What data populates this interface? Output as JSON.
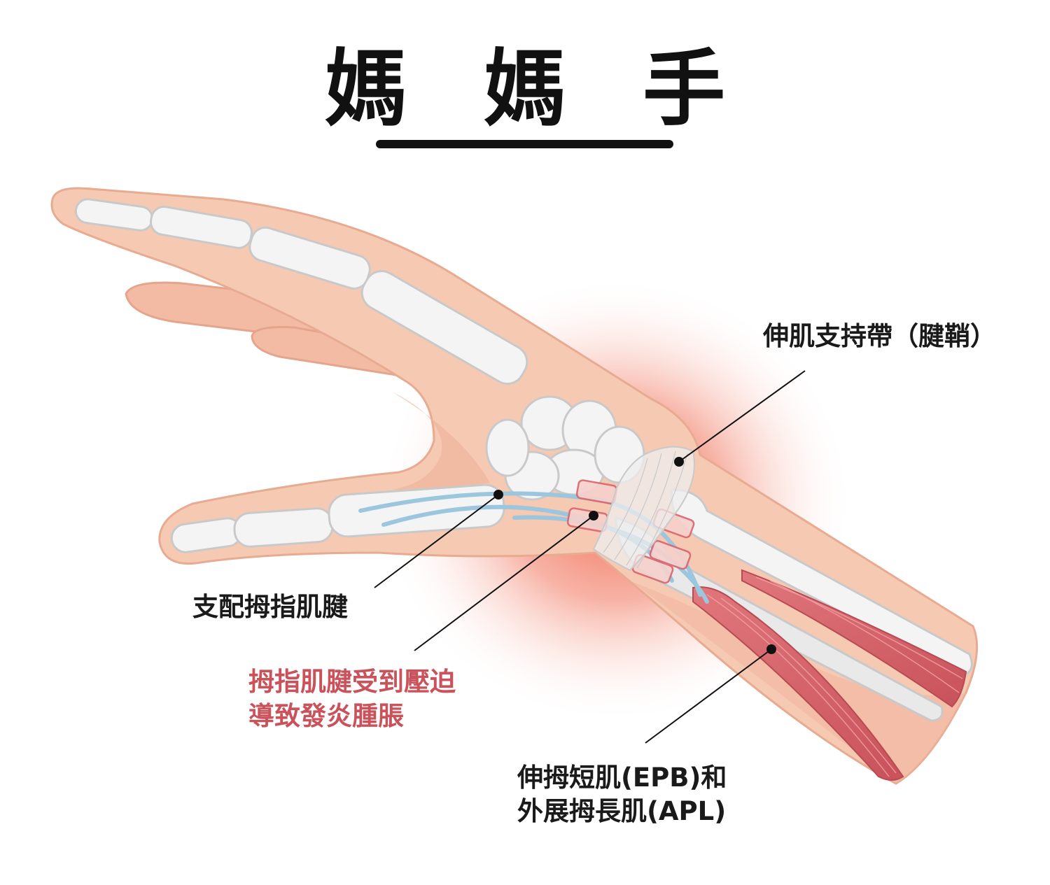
{
  "title": "媽 媽 手",
  "labels": {
    "retinaculum": "伸肌支持帶（腱鞘）",
    "thumb_tendon": "支配拇指肌腱",
    "compression_line1": "拇指肌腱受到壓迫",
    "compression_line2": "導致發炎腫脹",
    "muscles_line1": "伸拇短肌(EPB)和",
    "muscles_line2": "外展拇長肌(APL)"
  },
  "colors": {
    "skin": "#f6c9b3",
    "skin_shade": "#efb49c",
    "bone": "#f4f4f4",
    "bone_outline": "#c9c9c9",
    "tendon": "#9cc6dd",
    "muscle": "#d96a70",
    "inflammation": "#f0614a",
    "highlight_text": "#c9525b"
  },
  "icons": [
    "hand-illustration",
    "inflammation-glow",
    "leader-dot"
  ]
}
